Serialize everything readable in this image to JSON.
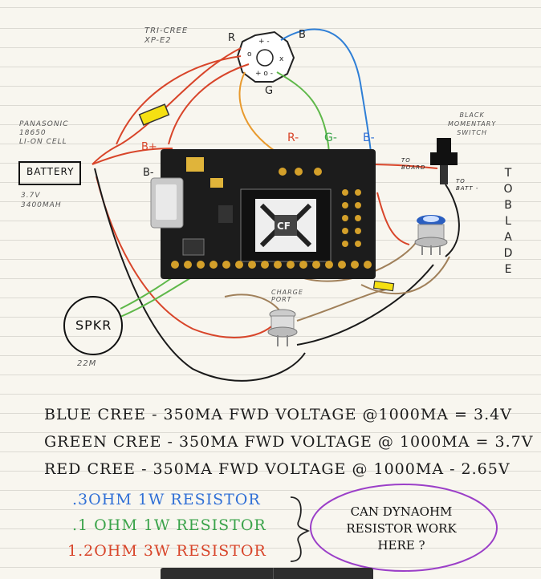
{
  "labels": {
    "tri_cree": "Tri-Cree\nXP-E2",
    "cree_r": "R",
    "cree_b": "B",
    "cree_g": "G",
    "panasonic": "Panasonic\n18650\nLi-on cell",
    "battery": "BATTERY",
    "battery_specs": "3.7v\n3400mAh",
    "b_plus": "B+",
    "b_minus": "B-",
    "r_minus": "R-",
    "g_minus": "G-",
    "b_minus_led": "B-",
    "black_switch": "Black\nMomentary\nSwitch",
    "to_board": "To\nBoard",
    "to_batt": "To\nBatt -",
    "to_blade": "TO BLADE",
    "charge_port": "Charge\nPort",
    "spkr": "SPKR",
    "spkr_ohm": "22m",
    "board_logo": "CF"
  },
  "specs": [
    "Blue Cree  -  350mA  Fwd voltage @1000mA = 3.4v",
    "Green Cree  -  350mA  Fwd voltage @ 1000mA  =  3.7v",
    "Red Cree -  350mA  Fwd voltage @ 1000mA - 2.65v"
  ],
  "resistors": [
    {
      "text": ".3ohm  1w  Resistor",
      "color": "#2f6fd6"
    },
    {
      "text": ".1 ohm  1w  Resistor",
      "color": "#3aa34a"
    },
    {
      "text": "1.2ohm 3w Resistor",
      "color": "#d8452a"
    }
  ],
  "note": "Can Dynaohm\nResistor work\nhere ?",
  "colors": {
    "red_wire": "#d8452a",
    "blue_wire": "#2f7fd6",
    "green_wire": "#5fb84a",
    "orange_wire": "#e89a2e",
    "brown_wire": "#a0805a",
    "black_wire": "#1a1a1a",
    "note_circle": "#9b3fc8",
    "resistor_yellow": "#f5e012"
  }
}
